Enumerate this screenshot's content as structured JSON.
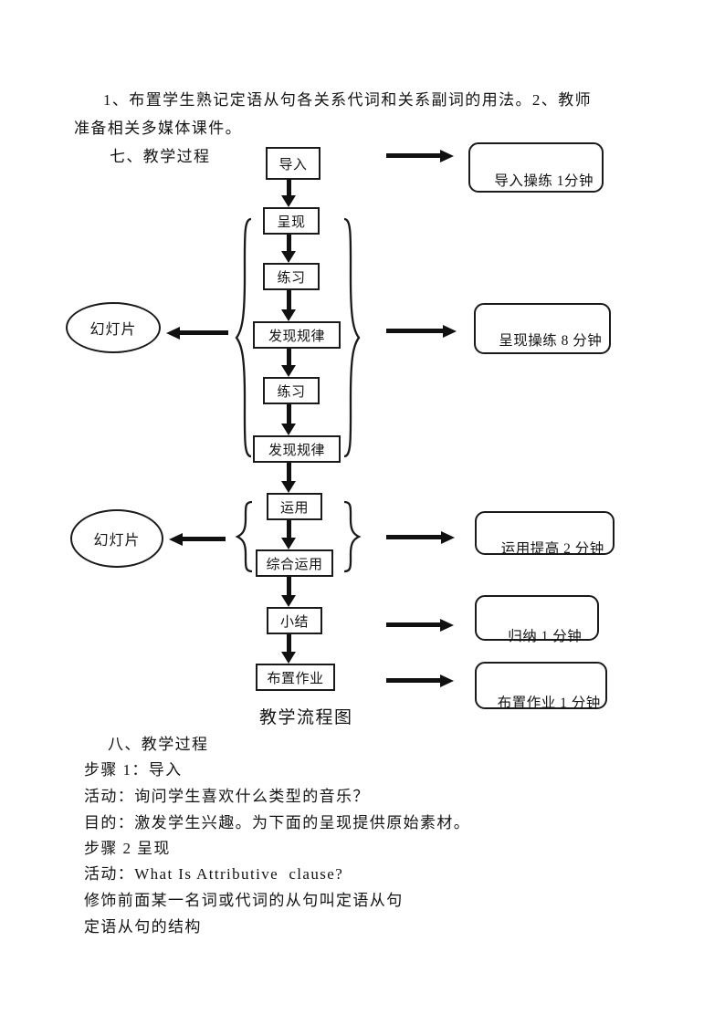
{
  "document": {
    "intro": {
      "line1": "1、布置学生熟记定语从句各关系代词和关系副词的用法。2、教师",
      "line2": "准备相关多媒体课件。"
    },
    "section7_title": "七、教学过程",
    "flowchart": {
      "nodes": {
        "daoru": "导入",
        "chengxian": "呈现",
        "lianxi": "练习",
        "faxian": "发现规律",
        "yunyong": "运用",
        "zonghe": "综合运用",
        "xiaojie": "小结",
        "buzhi": "布置作业"
      },
      "slide_label": "幻灯片",
      "time_boxes": {
        "t1": "导入操练 1分钟",
        "t2": "呈现操练 8 分钟",
        "t3": "运用提高 2 分钟",
        "t4": "归纳 1 分钟",
        "t5": "布置作业 1 分钟"
      },
      "caption": "教学流程图"
    },
    "section8": {
      "title": "八、教学过程",
      "lines": [
        "步骤 1：导入",
        "活动：询问学生喜欢什么类型的音乐？",
        "目的：激发学生兴趣。为下面的呈现提供原始素材。",
        "步骤 2 呈现",
        "活动：What Is Attributive  clause?",
        "修饰前面某一名词或代词的从句叫定语从句",
        "定语从句的结构"
      ]
    },
    "colors": {
      "ink": "#141414",
      "paper": "#ffffff"
    }
  }
}
